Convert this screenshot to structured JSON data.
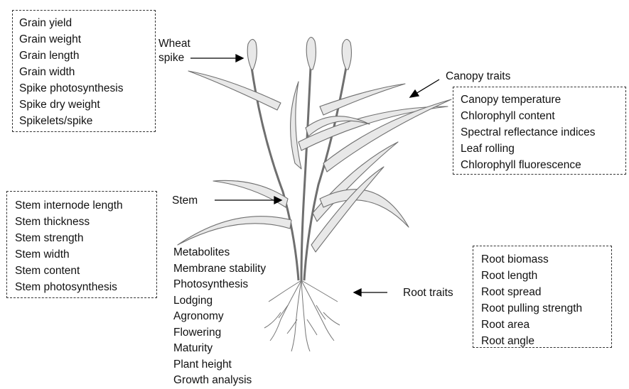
{
  "grain_box": {
    "items": [
      "Grain yield",
      "Grain weight",
      "Grain length",
      "Grain width",
      "Spike photosynthesis",
      "Spike dry weight",
      "Spikelets/spike"
    ]
  },
  "canopy_box": {
    "items": [
      "Canopy temperature",
      "Chlorophyll content",
      "Spectral reflectance indices",
      "Leaf rolling",
      "Chlorophyll fluorescence"
    ]
  },
  "stem_box": {
    "items": [
      "Stem internode length",
      "Stem thickness",
      "Stem strength",
      "Stem width",
      "Stem content",
      "Stem photosynthesis"
    ]
  },
  "root_box": {
    "items": [
      "Root biomass",
      "Root length",
      "Root spread",
      "Root pulling strength",
      "Root area",
      "Root angle"
    ]
  },
  "general_traits": {
    "items": [
      "Metabolites",
      "Membrane stability",
      "Photosynthesis",
      "Lodging",
      "Agronomy",
      "Flowering",
      "Maturity",
      "Plant height",
      "Growth analysis"
    ]
  },
  "labels": {
    "wheat_spike_line1": "Wheat",
    "wheat_spike_line2": "spike",
    "canopy_traits": "Canopy traits",
    "stem": "Stem",
    "root_traits": "Root traits"
  },
  "colors": {
    "plant_fill": "#e8e8e8",
    "plant_stroke": "#6f6f6f",
    "text": "#111111"
  }
}
